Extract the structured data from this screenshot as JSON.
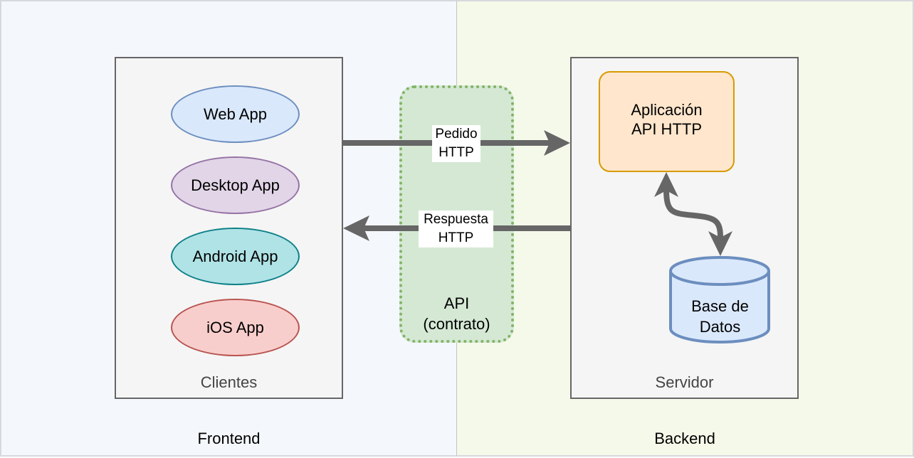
{
  "zones": {
    "frontend": "Frontend",
    "backend": "Backend"
  },
  "clients": {
    "label": "Clientes",
    "apps": [
      {
        "label": "Web App",
        "fill": "#dae8fc",
        "stroke": "#6c8ebf"
      },
      {
        "label": "Desktop App",
        "fill": "#e1d5e7",
        "stroke": "#9673a6"
      },
      {
        "label": "Android App",
        "fill": "#b0e3e6",
        "stroke": "#0e8088"
      },
      {
        "label": "iOS App",
        "fill": "#f8cecc",
        "stroke": "#b85450"
      }
    ]
  },
  "api": {
    "line1": "API",
    "line2": "(contrato)"
  },
  "request": {
    "line1": "Pedido",
    "line2": "HTTP"
  },
  "response": {
    "line1": "Respuesta",
    "line2": "HTTP"
  },
  "server": {
    "label": "Servidor",
    "app": {
      "line1": "Aplicación",
      "line2": "API HTTP"
    },
    "database": {
      "line1": "Base de",
      "line2": "Datos"
    }
  },
  "colors": {
    "arrow": "#666666",
    "db_fill": "#dae8fc",
    "db_stroke": "#6c8ebf"
  }
}
